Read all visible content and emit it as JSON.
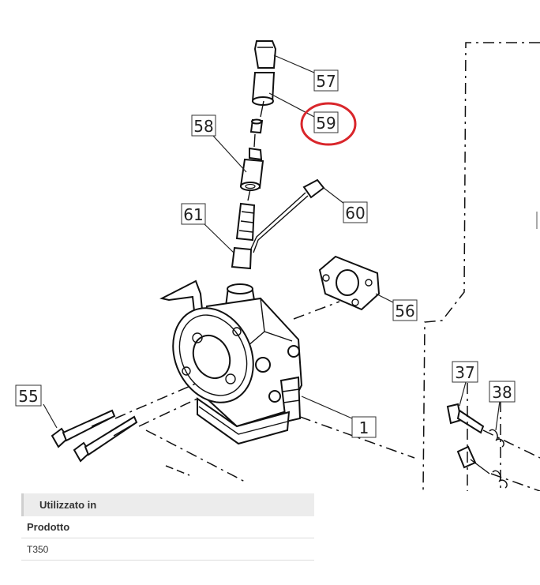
{
  "diagram": {
    "callouts": [
      {
        "id": "c57",
        "label": "57"
      },
      {
        "id": "c58",
        "label": "58"
      },
      {
        "id": "c59",
        "label": "59",
        "highlight": true
      },
      {
        "id": "c60",
        "label": "60"
      },
      {
        "id": "c61",
        "label": "61"
      },
      {
        "id": "c56",
        "label": "56"
      },
      {
        "id": "c55",
        "label": "55"
      },
      {
        "id": "c1",
        "label": "1"
      },
      {
        "id": "c37",
        "label": "37"
      },
      {
        "id": "c38",
        "label": "38"
      }
    ],
    "colors": {
      "highlight_fill": "#f08a80",
      "highlight_circle": "#d9262b",
      "line": "#111111"
    }
  },
  "used_in": {
    "title": "Utilizzato in",
    "column_header": "Prodotto",
    "rows": [
      {
        "product": "T350"
      }
    ]
  }
}
